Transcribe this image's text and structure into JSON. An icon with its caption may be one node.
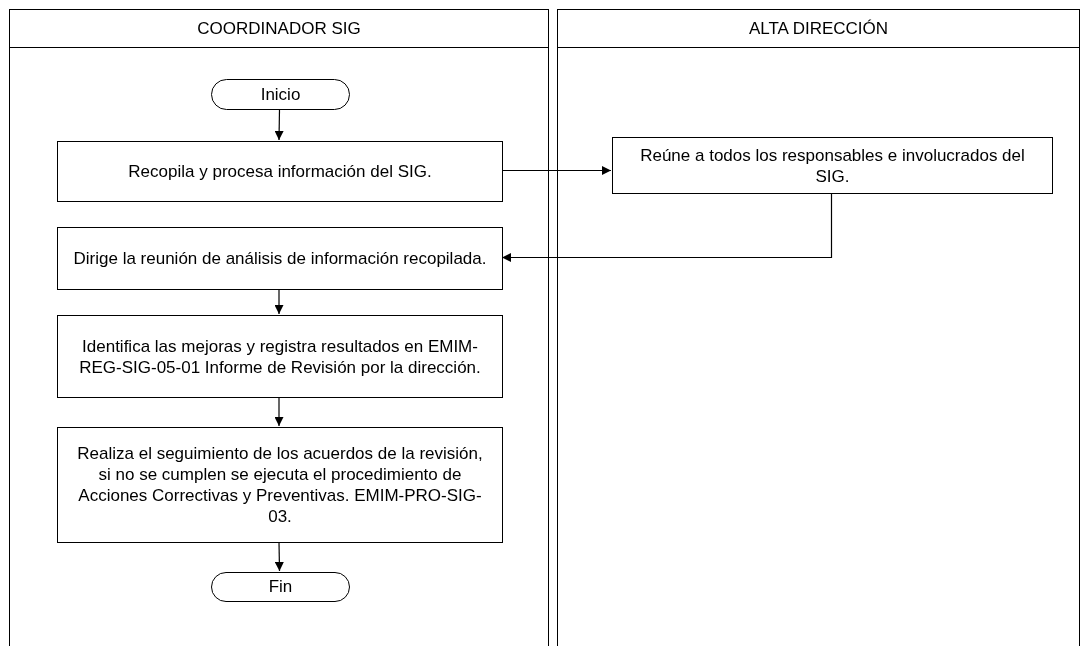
{
  "diagram": {
    "nodes": [
      {
        "text": [
          "COORDINADOR SIG"
        ]
      },
      {
        "text": [
          "ALTA DIRECCIÓN"
        ]
      },
      {
        "text": [
          "Inicio"
        ],
        "in": 0
      },
      {
        "text": [
          "Recopila y procesa información del SIG."
        ],
        "in": 0
      },
      {
        "text": [
          "Reúne a todos los responsables e involucrados del SIG."
        ],
        "in": 1
      },
      {
        "text": [
          "Dirige la reunión de análisis de información recopilada."
        ],
        "in": 0
      },
      {
        "text": [
          "Identifica las mejoras y registra resultados en EMIM-REG-SIG-05-01 Informe de Revisión por la dirección."
        ],
        "in": 0
      },
      {
        "text": [
          "Realiza el seguimiento de los acuerdos de la revisión, si no se cumplen se ejecuta el procedimiento de Acciones Correctivas y Preventivas. EMIM-PRO-SIG-03."
        ],
        "in": 0
      },
      {
        "text": [
          "Fin"
        ],
        "in": 0
      }
    ],
    "edges": [
      {
        "from": 2,
        "to": 3,
        "arrow": "to"
      },
      {
        "from": 3,
        "to": 4,
        "arrow": "to"
      },
      {
        "from": 4,
        "to": 5,
        "arrow": "to"
      },
      {
        "from": 5,
        "to": 6,
        "arrow": "to"
      },
      {
        "from": 6,
        "to": 7,
        "arrow": "to"
      },
      {
        "from": 7,
        "to": 8,
        "arrow": "to"
      }
    ]
  }
}
